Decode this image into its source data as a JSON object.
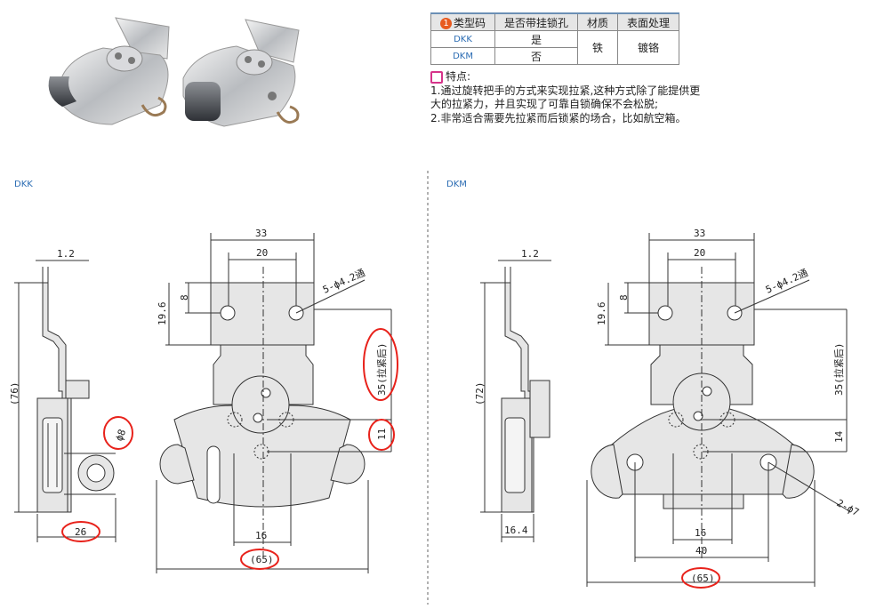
{
  "table": {
    "headers": [
      "类型码",
      "是否带挂锁孔",
      "材质",
      "表面处理"
    ],
    "header_marker": "1",
    "rows": [
      {
        "code": "DKK",
        "lock_hole": "是"
      },
      {
        "code": "DKM",
        "lock_hole": "否"
      }
    ],
    "material": "铁",
    "surface": "镀铬"
  },
  "features": {
    "title": "特点:",
    "lines": [
      "1.通过旋转把手的方式来实现拉紧,这种方式除了能提供更",
      "大的拉紧力，并且实现了可靠自锁确保不会松脱;",
      "2.非常适合需要先拉紧而后锁紧的场合，比如航空箱。"
    ]
  },
  "dkk": {
    "label": "DKK",
    "dims": {
      "t": "1.2",
      "h76": "(76)",
      "w26": "26",
      "d8": "ϕ8",
      "w33": "33",
      "w20": "20",
      "h8": "8",
      "h196": "19.6",
      "holes": "5-ϕ4.2通",
      "h35": "35(拉紧后)",
      "h11": "11",
      "w16": "16",
      "w65": "(65)"
    }
  },
  "dkm": {
    "label": "DKM",
    "dims": {
      "t": "1.2",
      "h72": "(72)",
      "w164": "16.4",
      "w33": "33",
      "w20": "20",
      "h8": "8",
      "h196": "19.6",
      "holes": "5-ϕ4.2通",
      "h35": "35(拉紧后)",
      "h14": "14",
      "w16": "16",
      "w40": "40",
      "w65": "(65)",
      "d7": "2-ϕ7"
    }
  },
  "colors": {
    "accent": "#2b6cb3",
    "highlight": "#e8221b",
    "marker": "#e85a1f"
  }
}
